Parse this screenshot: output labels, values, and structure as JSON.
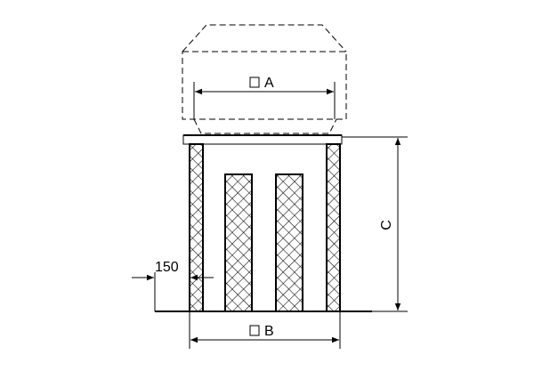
{
  "diagram": {
    "labels": {
      "dim_a": "A",
      "dim_b": "B",
      "dim_c": "C",
      "dim_offset": "150"
    },
    "colors": {
      "line": "#000000",
      "background": "#ffffff"
    },
    "icons": {
      "square_symbol": "square-dimension-icon",
      "hatch_pattern": "crosshatch-pattern"
    }
  }
}
